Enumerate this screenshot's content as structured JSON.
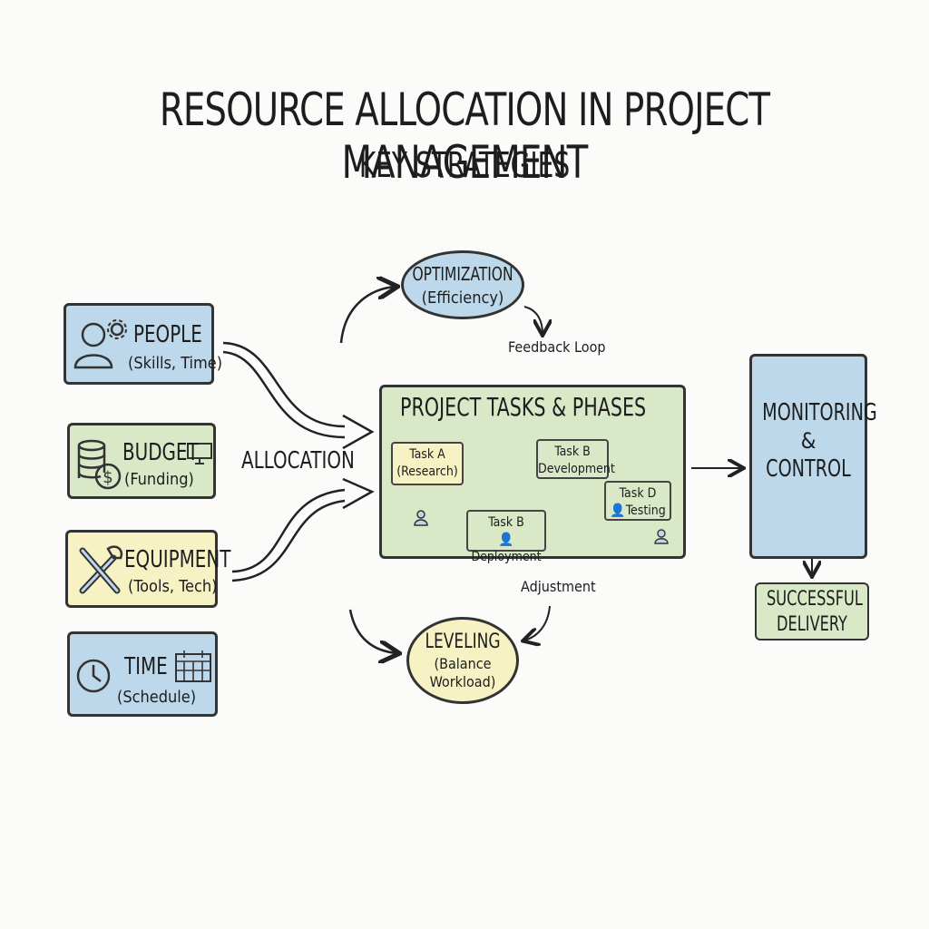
{
  "header": {
    "title": "RESOURCE ALLOCATION IN PROJECT MANAGEMENT",
    "subtitle": "KEY STRATEGIES"
  },
  "resources": {
    "people": {
      "title": "PEOPLE",
      "sub": "(Skills, Time)",
      "icon": "person-gear-icon"
    },
    "budget": {
      "title": "BUDGET",
      "sub": "(Funding)",
      "icon": "coins-dollar-icon"
    },
    "equipment": {
      "title": "EQUIPMENT",
      "sub": "(Tools, Tech)",
      "icon": "wrench-screwdriver-icon"
    },
    "time": {
      "title": "TIME",
      "sub": "(Schedule)",
      "icon": "clock-calendar-icon"
    }
  },
  "allocation_label": "ALLOCATION",
  "optimization": {
    "title": "OPTIMIZATION",
    "sub": "(Efficiency)"
  },
  "feedback_label": "Feedback Loop",
  "project": {
    "title": "PROJECT TASKS & PHASES",
    "tasks": {
      "a": {
        "line1": "Task A",
        "line2": "(Research)"
      },
      "b_dev": {
        "line1": "Task B",
        "line2": "Development"
      },
      "b_dep": {
        "line1": "Task B",
        "line2": "Deployment"
      },
      "d": {
        "line1": "Task D",
        "line2": "Testing"
      }
    }
  },
  "adjustment_label": "Adjustment",
  "leveling": {
    "title": "LEVELING",
    "line2": "(Balance",
    "line3": "Workload)"
  },
  "monitoring": {
    "line1": "MONITORING",
    "line2": "&",
    "line3": "CONTROL"
  },
  "delivery": {
    "line1": "SUCCESSFUL",
    "line2": "DELIVERY"
  },
  "colors": {
    "blue": "#bcd8ea",
    "green": "#d9e8c7",
    "yellow": "#f6f2c4"
  }
}
